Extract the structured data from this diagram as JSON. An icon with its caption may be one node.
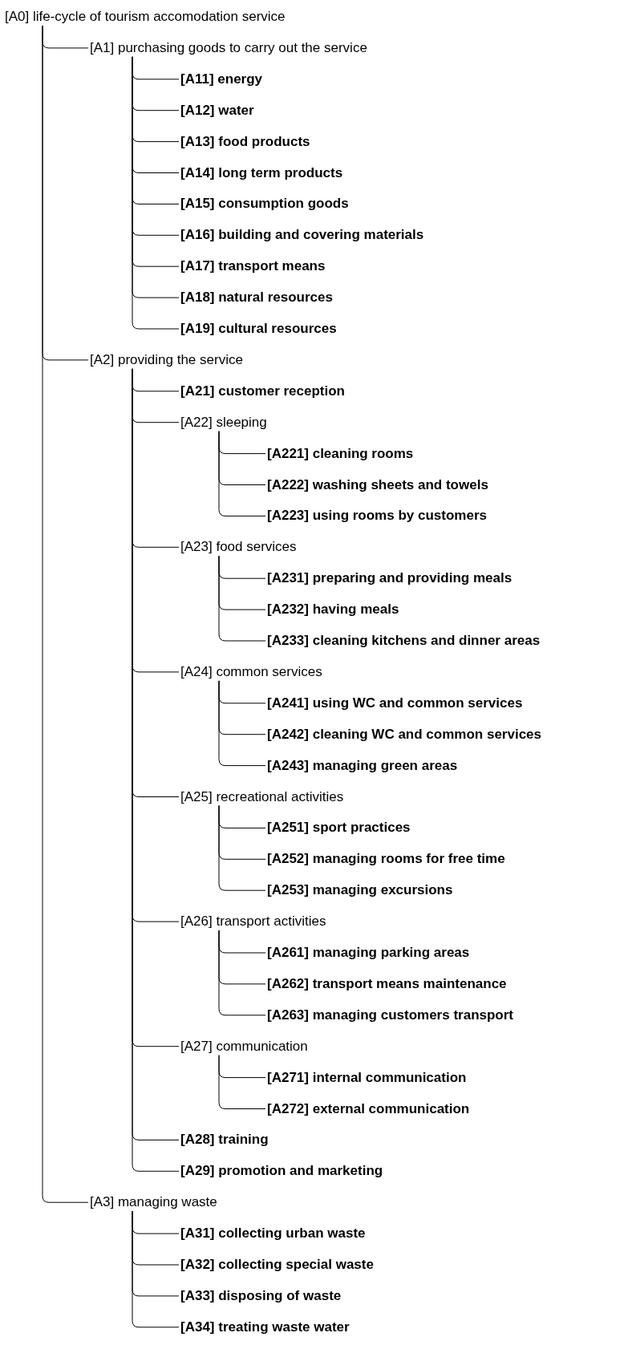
{
  "diagram": {
    "nodes": [
      {
        "text": [
          "[A0] life-cycle of tourism accomodation service"
        ]
      },
      {
        "text": [
          "[A1] purchasing goods to carry out the service"
        ]
      },
      {
        "text": [
          "[A11] energy"
        ]
      },
      {
        "text": [
          "[A12] water"
        ]
      },
      {
        "text": [
          "[A13] food products"
        ]
      },
      {
        "text": [
          "[A14] long term products"
        ]
      },
      {
        "text": [
          "[A15] consumption goods"
        ]
      },
      {
        "text": [
          "[A16] building and covering materials"
        ]
      },
      {
        "text": [
          "[A17] transport means"
        ]
      },
      {
        "text": [
          "[A18] natural resources"
        ]
      },
      {
        "text": [
          "[A19] cultural resources"
        ]
      },
      {
        "text": [
          "[A2] providing the service"
        ]
      },
      {
        "text": [
          "[A21] customer reception"
        ]
      },
      {
        "text": [
          "[A22] sleeping"
        ]
      },
      {
        "text": [
          "[A221] cleaning rooms"
        ]
      },
      {
        "text": [
          "[A222] washing sheets and towels"
        ]
      },
      {
        "text": [
          "[A223] using rooms by customers"
        ]
      },
      {
        "text": [
          "[A23] food services"
        ]
      },
      {
        "text": [
          "[A231] preparing and providing meals"
        ]
      },
      {
        "text": [
          "[A232] having meals"
        ]
      },
      {
        "text": [
          "[A233] cleaning kitchens and dinner areas"
        ]
      },
      {
        "text": [
          "[A24] common services"
        ]
      },
      {
        "text": [
          "[A241] using WC and common services"
        ]
      },
      {
        "text": [
          "[A242] cleaning WC and common services"
        ]
      },
      {
        "text": [
          "[A243] managing green areas"
        ]
      },
      {
        "text": [
          "[A25] recreational activities"
        ]
      },
      {
        "text": [
          "[A251] sport practices"
        ]
      },
      {
        "text": [
          "[A252] managing rooms for free time"
        ]
      },
      {
        "text": [
          "[A253] managing excursions"
        ]
      },
      {
        "text": [
          "[A26] transport activities"
        ]
      },
      {
        "text": [
          "[A261] managing parking areas"
        ]
      },
      {
        "text": [
          "[A262] transport means maintenance"
        ]
      },
      {
        "text": [
          "[A263] managing customers transport"
        ]
      },
      {
        "text": [
          "[A27] communication"
        ]
      },
      {
        "text": [
          "[A271] internal communication"
        ]
      },
      {
        "text": [
          "[A272] external communication"
        ]
      },
      {
        "text": [
          "[A28] training"
        ]
      },
      {
        "text": [
          "[A29] promotion and marketing"
        ]
      },
      {
        "text": [
          "[A3] managing waste"
        ]
      },
      {
        "text": [
          "[A31] collecting urban waste"
        ]
      },
      {
        "text": [
          "[A32] collecting special waste"
        ]
      },
      {
        "text": [
          "[A33] disposing of waste"
        ]
      },
      {
        "text": [
          "[A34] treating waste water"
        ]
      }
    ],
    "edges": [
      {
        "from": 0,
        "to": 1,
        "arrow": "none"
      },
      {
        "from": 1,
        "to": 2,
        "arrow": "none"
      },
      {
        "from": 1,
        "to": 3,
        "arrow": "none"
      },
      {
        "from": 1,
        "to": 4,
        "arrow": "none"
      },
      {
        "from": 1,
        "to": 5,
        "arrow": "none"
      },
      {
        "from": 1,
        "to": 6,
        "arrow": "none"
      },
      {
        "from": 1,
        "to": 7,
        "arrow": "none"
      },
      {
        "from": 1,
        "to": 8,
        "arrow": "none"
      },
      {
        "from": 1,
        "to": 9,
        "arrow": "none"
      },
      {
        "from": 1,
        "to": 10,
        "arrow": "none"
      },
      {
        "from": 0,
        "to": 11,
        "arrow": "none"
      },
      {
        "from": 11,
        "to": 12,
        "arrow": "none"
      },
      {
        "from": 11,
        "to": 13,
        "arrow": "none"
      },
      {
        "from": 13,
        "to": 14,
        "arrow": "none"
      },
      {
        "from": 13,
        "to": 15,
        "arrow": "none"
      },
      {
        "from": 13,
        "to": 16,
        "arrow": "none"
      },
      {
        "from": 11,
        "to": 17,
        "arrow": "none"
      },
      {
        "from": 17,
        "to": 18,
        "arrow": "none"
      },
      {
        "from": 17,
        "to": 19,
        "arrow": "none"
      },
      {
        "from": 17,
        "to": 20,
        "arrow": "none"
      },
      {
        "from": 11,
        "to": 21,
        "arrow": "none"
      },
      {
        "from": 21,
        "to": 22,
        "arrow": "none"
      },
      {
        "from": 21,
        "to": 23,
        "arrow": "none"
      },
      {
        "from": 21,
        "to": 24,
        "arrow": "none"
      },
      {
        "from": 11,
        "to": 25,
        "arrow": "none"
      },
      {
        "from": 25,
        "to": 26,
        "arrow": "none"
      },
      {
        "from": 25,
        "to": 27,
        "arrow": "none"
      },
      {
        "from": 25,
        "to": 28,
        "arrow": "none"
      },
      {
        "from": 11,
        "to": 29,
        "arrow": "none"
      },
      {
        "from": 29,
        "to": 30,
        "arrow": "none"
      },
      {
        "from": 29,
        "to": 31,
        "arrow": "none"
      },
      {
        "from": 29,
        "to": 32,
        "arrow": "none"
      },
      {
        "from": 11,
        "to": 33,
        "arrow": "none"
      },
      {
        "from": 33,
        "to": 34,
        "arrow": "none"
      },
      {
        "from": 33,
        "to": 35,
        "arrow": "none"
      },
      {
        "from": 11,
        "to": 36,
        "arrow": "none"
      },
      {
        "from": 11,
        "to": 37,
        "arrow": "none"
      },
      {
        "from": 0,
        "to": 38,
        "arrow": "none"
      },
      {
        "from": 38,
        "to": 39,
        "arrow": "none"
      },
      {
        "from": 38,
        "to": 40,
        "arrow": "none"
      },
      {
        "from": 38,
        "to": 41,
        "arrow": "none"
      },
      {
        "from": 38,
        "to": 42,
        "arrow": "none"
      }
    ]
  }
}
